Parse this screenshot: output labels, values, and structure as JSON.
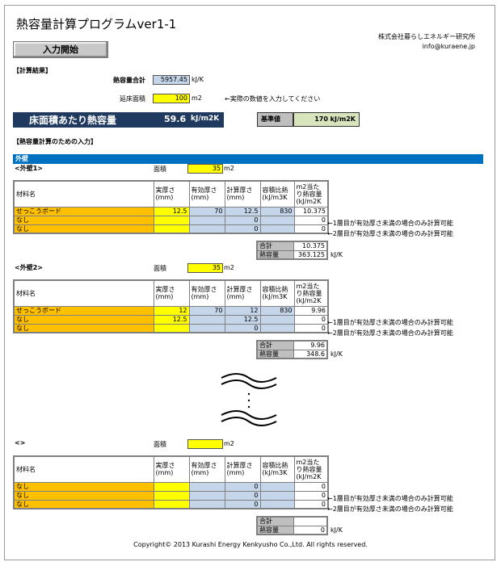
{
  "header": {
    "title": "熱容量計算プログラムver1-1",
    "start_button": "入力開始",
    "company": "株式会社暮らしエネルギー研究所",
    "email": "info@kuraene.jp"
  },
  "results": {
    "section_label": "【計算結果】",
    "total_label": "熱容量合計",
    "total_value": "5957.45",
    "total_unit": "kJ/K",
    "floor_label": "延床面積",
    "floor_value": "100",
    "floor_unit": "m2",
    "floor_note": "←実際の数値を入力してください",
    "per_area_label": "床面積あたり熱容量",
    "per_area_value": "59.6",
    "per_area_unit": "kJ/m2K",
    "std_label": "基準値",
    "std_value": "170 kJ/m2K"
  },
  "input_section": {
    "label": "【熱容量計算のための入力】",
    "bar": "外壁"
  },
  "table_headers": {
    "name": "材料名",
    "actual": "実厚さ(mm)",
    "effective": "有効厚さ(mm)",
    "calc": "計算厚さ(mm)",
    "specific": "容積比熱(kJ/m3K",
    "per_m2": "m2当たり熱容量(kJ/m2K"
  },
  "labels": {
    "area": "面積",
    "area_unit": "m2",
    "total": "合計",
    "heat_capacity": "熱容量",
    "heat_unit": "kJ/K",
    "note1": "←1層目が有効厚さ未満の場合のみ計算可能",
    "note2": "←2層目が有効厚さ未満の場合のみ計算可能"
  },
  "walls": [
    {
      "name": "<外壁1>",
      "area": "35",
      "rows": [
        {
          "material": "せっこうボード",
          "actual": "12.5",
          "effective": "70",
          "calc": "12.5",
          "specific": "830",
          "per_m2": "10.375"
        },
        {
          "material": "なし",
          "actual": "",
          "effective": "",
          "calc": "0",
          "specific": "",
          "per_m2": "0"
        },
        {
          "material": "なし",
          "actual": "",
          "effective": "",
          "calc": "0",
          "specific": "",
          "per_m2": "0"
        }
      ],
      "total": "10.375",
      "heat": "363.125"
    },
    {
      "name": "<外壁2>",
      "area": "35",
      "rows": [
        {
          "material": "せっこうボード",
          "actual": "12",
          "effective": "70",
          "calc": "12",
          "specific": "830",
          "per_m2": "9.96"
        },
        {
          "material": "なし",
          "actual": "12.5",
          "effective": "",
          "calc": "12.5",
          "specific": "",
          "per_m2": "0"
        },
        {
          "material": "なし",
          "actual": "",
          "effective": "",
          "calc": "0",
          "specific": "",
          "per_m2": "0"
        }
      ],
      "total": "9.96",
      "heat": "348.6"
    },
    {
      "name": "<>",
      "area": "",
      "rows": [
        {
          "material": "なし",
          "actual": "",
          "effective": "",
          "calc": "0",
          "specific": "",
          "per_m2": "0"
        },
        {
          "material": "なし",
          "actual": "",
          "effective": "",
          "calc": "0",
          "specific": "",
          "per_m2": "0"
        },
        {
          "material": "なし",
          "actual": "",
          "effective": "",
          "calc": "0",
          "specific": "",
          "per_m2": "0"
        }
      ],
      "total": "",
      "heat": "0"
    }
  ],
  "footer": {
    "copyright": "Copyright© 2013 Kurashi Energy Kenkyusho Co.,Ltd. All rights reserved."
  }
}
